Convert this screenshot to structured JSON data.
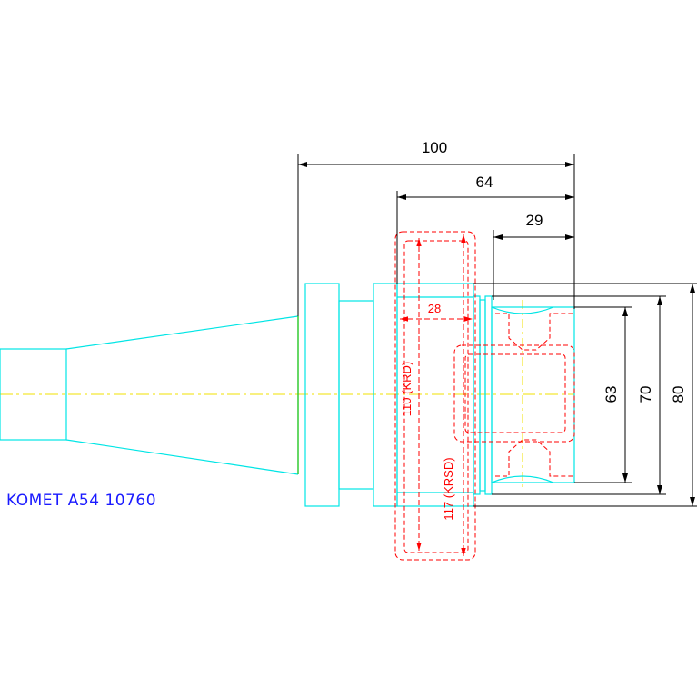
{
  "drawing": {
    "label": "KOMET A54 10760",
    "colors": {
      "outline": "#00e5e5",
      "dimension": "#000000",
      "hidden": "#ff0000",
      "centerline": "#f0e000",
      "label": "#1a1aff",
      "taper_edge": "#33cc33"
    }
  },
  "dimensions": {
    "length_100": "100",
    "length_64": "64",
    "length_29": "29",
    "dia_63": "63",
    "dia_70": "70",
    "dia_80": "80",
    "red_28": "28",
    "red_110": "110 (KRD)",
    "red_117": "117 (KRSD)"
  }
}
